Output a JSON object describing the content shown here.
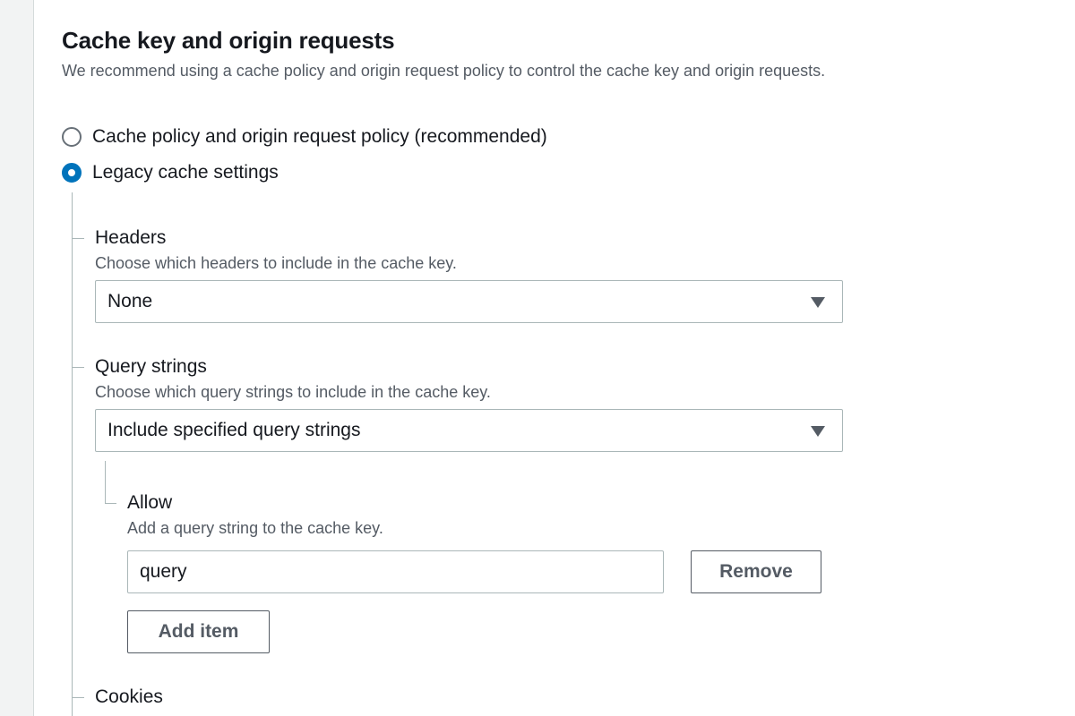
{
  "section": {
    "title": "Cache key and origin requests",
    "description": "We recommend using a cache policy and origin request policy to control the cache key and origin requests."
  },
  "options": [
    {
      "label": "Cache policy and origin request policy (recommended)",
      "checked": false
    },
    {
      "label": "Legacy cache settings",
      "checked": true
    }
  ],
  "headers": {
    "label": "Headers",
    "description": "Choose which headers to include in the cache key.",
    "selected": "None"
  },
  "query_strings": {
    "label": "Query strings",
    "description": "Choose which query strings to include in the cache key.",
    "selected": "Include specified query strings",
    "allow": {
      "label": "Allow",
      "description": "Add a query string to the cache key.",
      "value": "query",
      "remove_label": "Remove",
      "add_label": "Add item"
    }
  },
  "cookies": {
    "label": "Cookies"
  },
  "colors": {
    "accent": "#0073bb",
    "border": "#aab7b8",
    "muted_text": "#545b64"
  }
}
